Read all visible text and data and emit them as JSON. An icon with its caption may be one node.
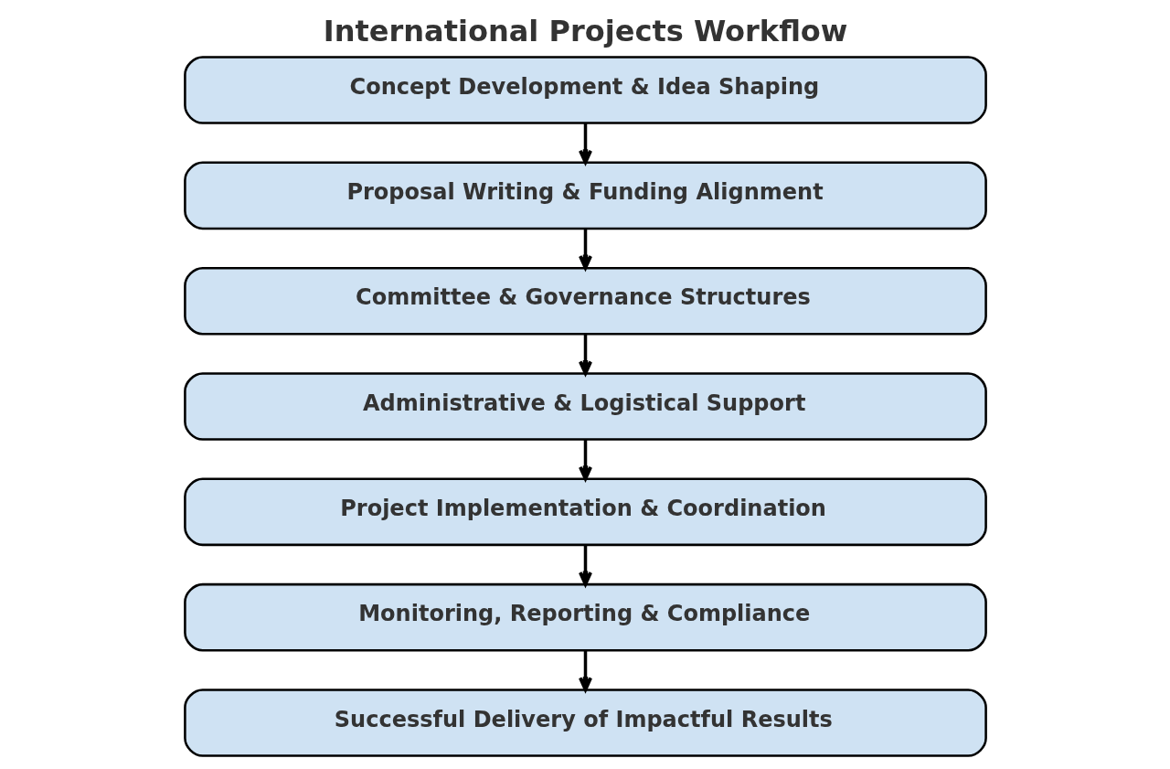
{
  "diagram": {
    "title": "International Projects Workflow",
    "nodes": [
      {
        "text": [
          "Concept Development & Idea Shaping"
        ]
      },
      {
        "text": [
          "Proposal Writing & Funding Alignment"
        ]
      },
      {
        "text": [
          "Committee & Governance Structures"
        ]
      },
      {
        "text": [
          "Administrative & Logistical Support"
        ]
      },
      {
        "text": [
          "Project Implementation & Coordination"
        ]
      },
      {
        "text": [
          "Monitoring, Reporting & Compliance"
        ]
      },
      {
        "text": [
          "Successful Delivery of Impactful Results"
        ]
      }
    ],
    "edges": [
      {
        "from": 0,
        "to": 1,
        "arrow": "to"
      },
      {
        "from": 1,
        "to": 2,
        "arrow": "to"
      },
      {
        "from": 2,
        "to": 3,
        "arrow": "to"
      },
      {
        "from": 3,
        "to": 4,
        "arrow": "to"
      },
      {
        "from": 4,
        "to": 5,
        "arrow": "to"
      },
      {
        "from": 5,
        "to": 6,
        "arrow": "to"
      }
    ]
  }
}
